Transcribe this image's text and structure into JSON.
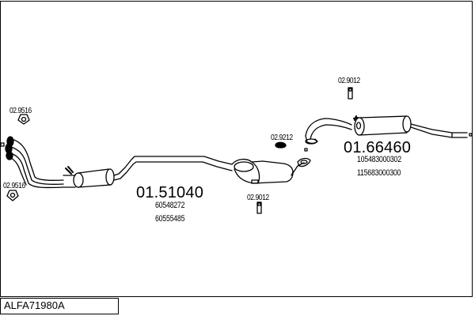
{
  "diagram": {
    "title_code": "ALFA71980A",
    "parts": [
      {
        "id": "front-pipe-muffler",
        "number": "01.51040",
        "refs": [
          "60548272",
          "60555485"
        ]
      },
      {
        "id": "rear-muffler",
        "number": "01.66460",
        "refs": [
          "105483000302",
          "115683000300"
        ]
      }
    ],
    "accessories": [
      {
        "id": "gasket-top-left",
        "code": "02.9516"
      },
      {
        "id": "gasket-bottom-left",
        "code": "02.9516"
      },
      {
        "id": "rubber-mount-center",
        "code": "02.9212"
      },
      {
        "id": "clamp-center-bottom",
        "code": "02.9012"
      },
      {
        "id": "clamp-right-top",
        "code": "02.9012"
      }
    ]
  }
}
